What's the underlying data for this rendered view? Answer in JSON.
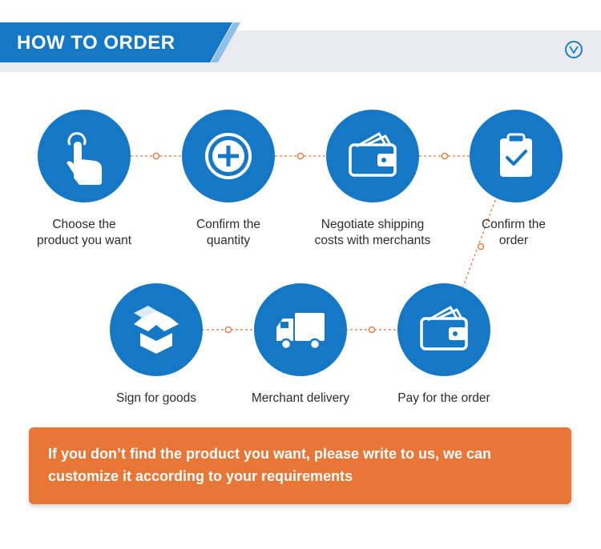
{
  "header": {
    "title": "HOW TO ORDER",
    "expand_icon": "chevron-down-icon"
  },
  "colors": {
    "brand_blue": "#1478c6",
    "accent_orange": "#e87637",
    "connector_orange": "#e87637",
    "header_band": "#e9ebee"
  },
  "steps": [
    {
      "icon": "tap-hand-icon",
      "label_line1": "Choose the",
      "label_line2": "product you want"
    },
    {
      "icon": "plus-circle-icon",
      "label_line1": "Confirm the",
      "label_line2": "quantity"
    },
    {
      "icon": "wallet-icon",
      "label_line1": "Negotiate shipping",
      "label_line2": "costs with merchants"
    },
    {
      "icon": "clipboard-check-icon",
      "label_line1": "Confirm the",
      "label_line2": "order"
    },
    {
      "icon": "wallet-icon",
      "label_line1": "Pay for the order",
      "label_line2": ""
    },
    {
      "icon": "delivery-truck-icon",
      "label_line1": "Merchant delivery",
      "label_line2": ""
    },
    {
      "icon": "open-box-icon",
      "label_line1": "Sign for goods",
      "label_line2": ""
    }
  ],
  "notice": {
    "text": "If you don’t find the product you want, please write to us, we can customize it according to your requirements"
  }
}
